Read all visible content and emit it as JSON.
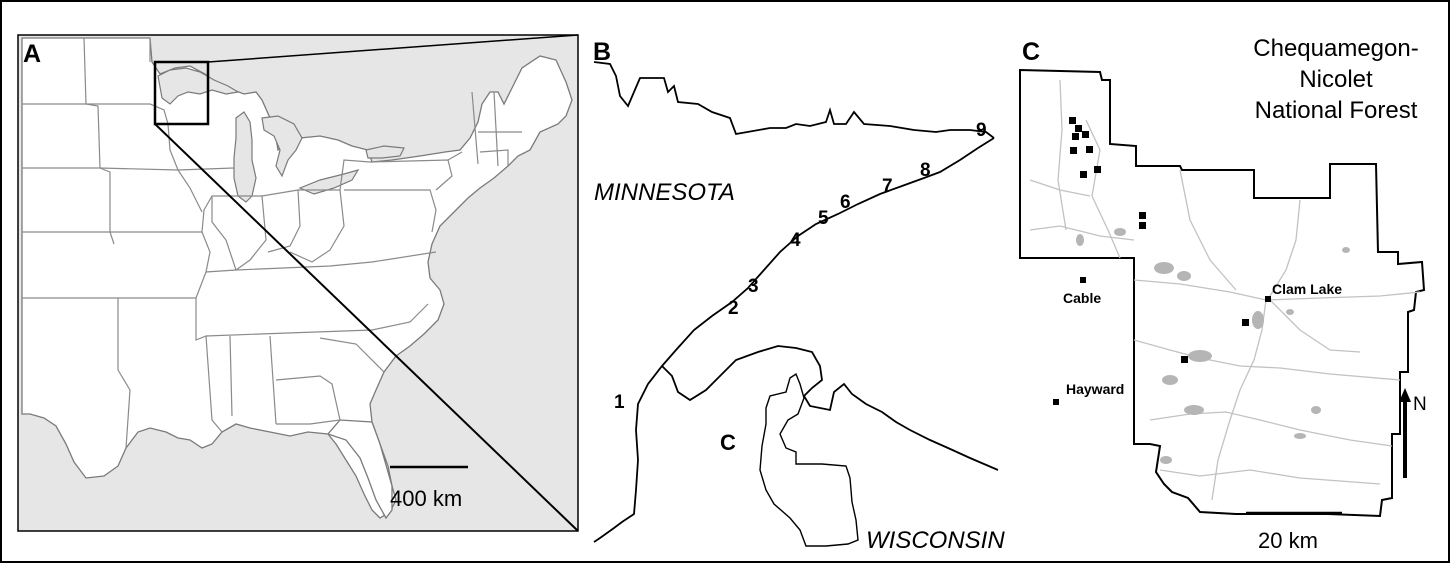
{
  "panels": {
    "a": {
      "letter": "A",
      "scale_label": "400 km"
    },
    "b": {
      "letter": "B",
      "state_minnesota": "MINNESOTA",
      "state_wisconsin": "WISCONSIN",
      "inset_letter": "C",
      "sites": [
        "1",
        "2",
        "3",
        "4",
        "5",
        "6",
        "7",
        "8",
        "9"
      ]
    },
    "c": {
      "letter": "C",
      "title_lines": [
        "Chequamegon-",
        "Nicolet",
        "National Forest"
      ],
      "towns": {
        "cable": "Cable",
        "clam_lake": "Clam Lake",
        "hayward": "Hayward"
      },
      "scale_label": "20 km",
      "north_label": "N"
    }
  },
  "colors": {
    "land": "#ffffff",
    "water": "#e6e6e6",
    "boundary": "#000000",
    "state_lines": "#8a8a8a",
    "lakes": "#b5b5b5"
  }
}
